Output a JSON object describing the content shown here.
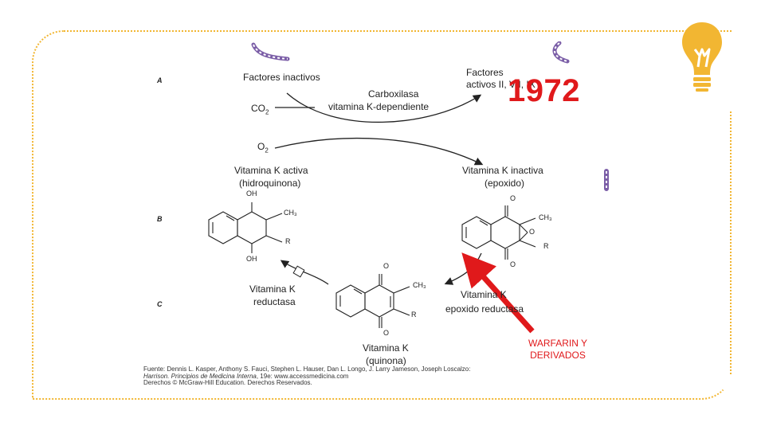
{
  "year": "1972",
  "panels": {
    "a": "A",
    "b": "B",
    "c": "C"
  },
  "labels": {
    "factores_inactivos": "Factores inactivos",
    "factores_activos_line1": "Factores",
    "factores_activos_line2": "activos II, VII, IX",
    "carboxilasa_line1": "Carboxilasa",
    "carboxilasa_line2": "vitamina K-dependiente",
    "co2": "CO",
    "co2_sub": "2",
    "o2": "O",
    "o2_sub": "2",
    "vk_activa_line1": "Vitamina K activa",
    "vk_activa_line2": "(hidroquinona)",
    "vk_inactiva_line1": "Vitamina K inactiva",
    "vk_inactiva_line2": "(epoxido)",
    "vk_reductasa_line1": "Vitamina K",
    "vk_reductasa_line2": "reductasa",
    "vk_epox_red_line1": "Vitamina K",
    "vk_epox_red_line2": "epoxido reductasa",
    "vk_quinona_line1": "Vitamina K",
    "vk_quinona_line2": "(quinona)",
    "oh_top": "OH",
    "oh_bottom": "OH",
    "o_epox_top": "O",
    "o_epox_bottom": "O",
    "o_epox_ring": "O",
    "o_quin_top": "O",
    "o_quin_bottom": "O",
    "ch3": "CH₃",
    "r": "R"
  },
  "annotation": {
    "line1": "WARFARIN Y",
    "line2": "DERIVADOS"
  },
  "source": {
    "line1": "Fuente: Dennis L. Kasper, Anthony S. Fauci, Stephen L. Hauser, Dan L. Longo, J. Larry Jameson, Joseph Loscalzo:",
    "line2_italic": "Harrison. Principios de Medicina Interna",
    "line2_rest": ", 19e: www.accessmedicina.com",
    "line3": "Derechos © McGraw-Hill Education. Derechos Reservados."
  },
  "colors": {
    "accent": "#f2b632",
    "red": "#e0191b",
    "deco": "#7b5ea7"
  }
}
